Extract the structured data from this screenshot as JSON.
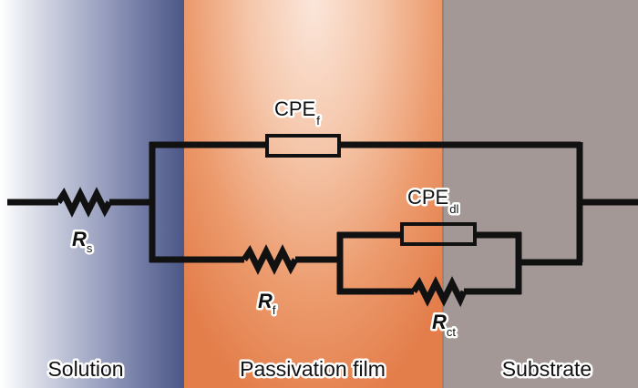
{
  "regions": {
    "solution": "Solution",
    "film": "Passivation film",
    "substrate": "Substrate"
  },
  "components": {
    "rs": {
      "main": "R",
      "sub": "s"
    },
    "cpe_f": {
      "main": "CPE",
      "sub": "f"
    },
    "rf": {
      "main": "R",
      "sub": "f"
    },
    "cpe_dl": {
      "main": "CPE",
      "sub": "dl"
    },
    "rct": {
      "main": "R",
      "sub": "ct"
    }
  },
  "colors": {
    "wire": "#111111",
    "solution": "#4b5787",
    "film": "#e37d4a",
    "substrate": "#a39895"
  }
}
